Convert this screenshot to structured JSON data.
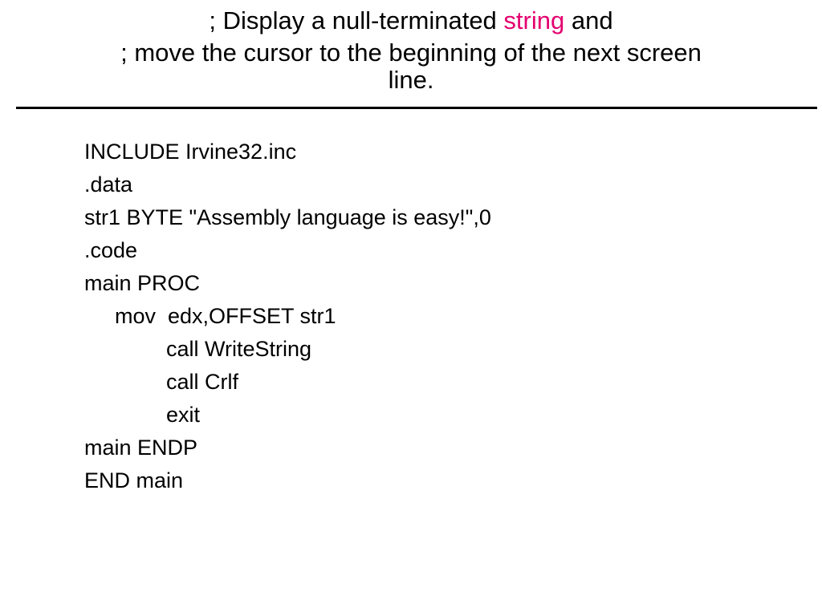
{
  "slide": {
    "title_line1_before": "; Display a null-terminated ",
    "title_line1_highlight": "string",
    "title_line1_after": " and",
    "title_line2": "; move the cursor to the beginning of the next screen",
    "title_line3": "line.",
    "highlight_color": "#e4006e"
  },
  "code": {
    "lines": [
      "INCLUDE Irvine32.inc",
      ".data",
      "str1 BYTE \"Assembly language is easy!\",0",
      ".code",
      "main PROC",
      "mov  edx,OFFSET str1",
      "call WriteString",
      "call Crlf",
      "exit",
      "main ENDP",
      "END main"
    ]
  }
}
